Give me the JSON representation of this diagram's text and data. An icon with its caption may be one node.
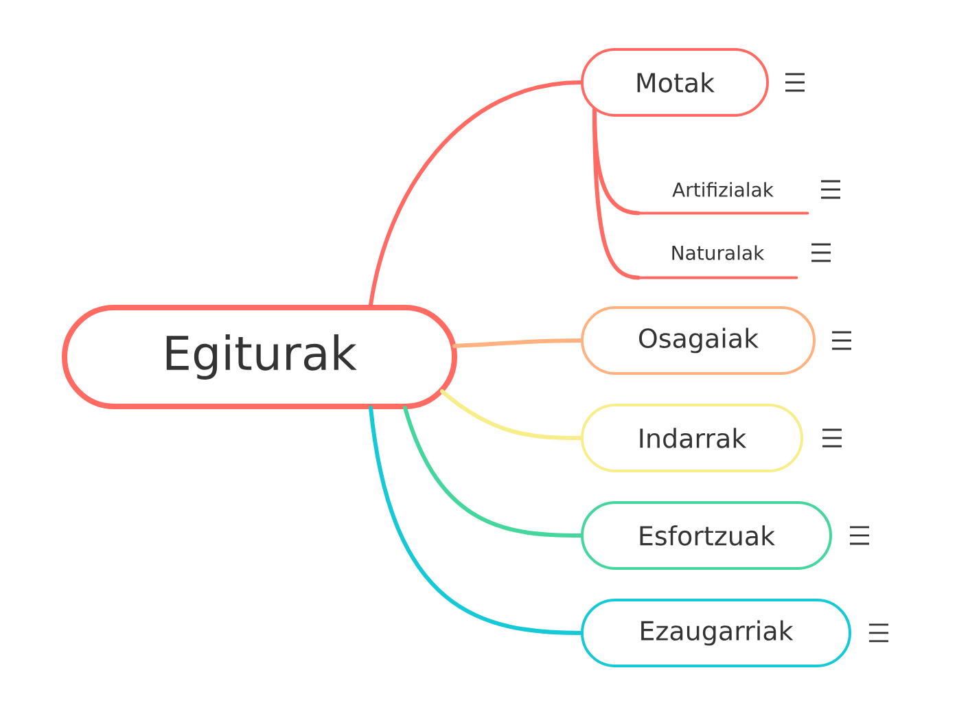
{
  "diagram": {
    "nodes": [
      {
        "text": [
          "Egiturak"
        ]
      },
      {
        "text": [
          "Motak"
        ]
      },
      {
        "text": [
          "Artifizialak"
        ]
      },
      {
        "text": [
          "Naturalak"
        ]
      },
      {
        "text": [
          "Osagaiak"
        ]
      },
      {
        "text": [
          "Indarrak"
        ]
      },
      {
        "text": [
          "Esfortzuak"
        ]
      },
      {
        "text": [
          "Ezaugarriak"
        ]
      }
    ],
    "edges": [
      {
        "from": 0,
        "to": 1,
        "arrow": "none"
      },
      {
        "from": 1,
        "to": 2,
        "arrow": "none"
      },
      {
        "from": 1,
        "to": 3,
        "arrow": "none"
      },
      {
        "from": 0,
        "to": 4,
        "arrow": "none",
        "color": "#ffb27f"
      },
      {
        "from": 0,
        "to": 5,
        "arrow": "none",
        "color": "#f7ee8a"
      },
      {
        "from": 0,
        "to": 6,
        "arrow": "none",
        "color": "#45d69e"
      },
      {
        "from": 0,
        "to": 7,
        "arrow": "none",
        "color": "#16c9d6"
      }
    ]
  }
}
